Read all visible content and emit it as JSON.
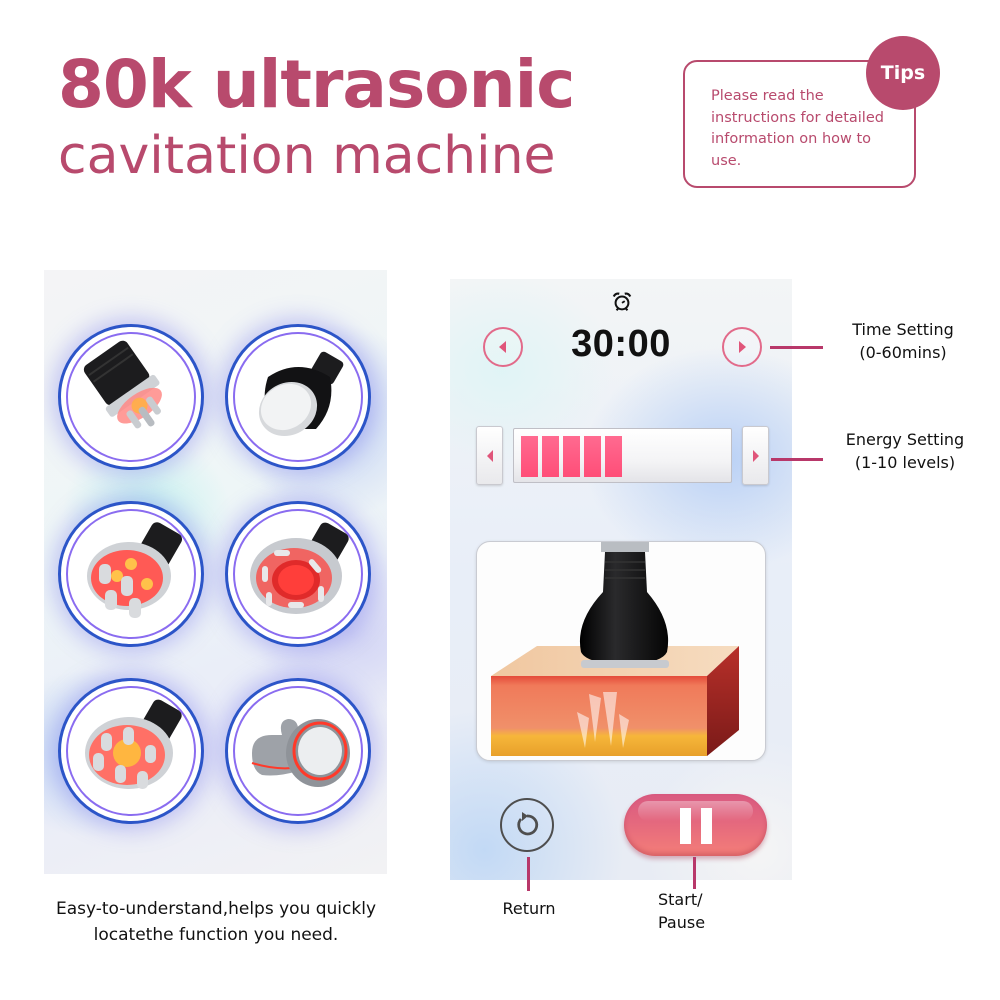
{
  "header": {
    "title_line1": "80k ultrasonic",
    "title_line2": "cavitation machine",
    "accent_color": "#b84a6d"
  },
  "tips": {
    "badge": "Tips",
    "text": "Please read the instructions for detailed information on how to use."
  },
  "heads_panel": {
    "items": [
      {
        "icon": "rf-3-pole-head-icon"
      },
      {
        "icon": "cavitation-head-icon"
      },
      {
        "icon": "rf-4-pole-head-icon"
      },
      {
        "icon": "vacuum-rf-head-icon"
      },
      {
        "icon": "rf-6-pole-head-icon"
      },
      {
        "icon": "small-rf-head-icon"
      }
    ],
    "caption_line1": "Easy-to-understand,helps you quickly",
    "caption_line2": "locatethe function you need."
  },
  "control_panel": {
    "alarm_icon": "alarm-clock-icon",
    "timer_value": "30:00",
    "time_decrease_icon": "triangle-left-icon",
    "time_increase_icon": "triangle-right-icon",
    "energy_level": 5,
    "energy_max": 10,
    "energy_bar_color": "#ff5a82",
    "return_icon": "rotate-arrow-icon",
    "pause_icon": "pause-icon",
    "button_color": "#e4687e"
  },
  "callouts": {
    "time_setting": "Time Setting",
    "time_range": "(0-60mins)",
    "energy_setting": "Energy Setting",
    "energy_range": "(1-10 levels)",
    "return": "Return",
    "start": "Start/",
    "pause": "Pause"
  }
}
